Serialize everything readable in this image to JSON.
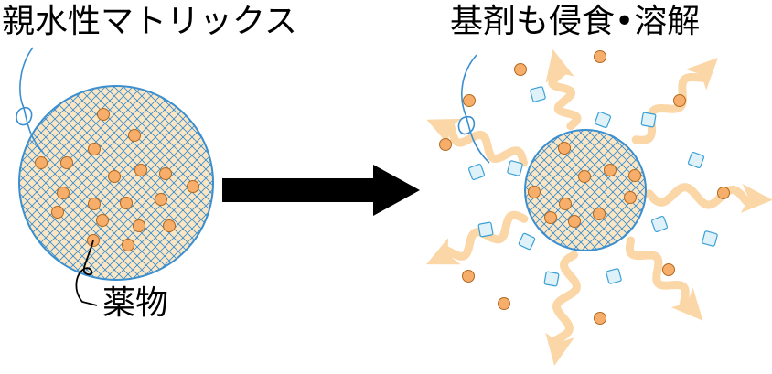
{
  "labels": {
    "matrix": "親水性マトリックス",
    "erosion": "基剤も侵食•溶解",
    "drug": "薬物"
  },
  "colors": {
    "matrix_fill": "#fde6c4",
    "matrix_hatch": "#3a8fd0",
    "drug_fill": "#f6ae6a",
    "drug_stroke": "#b06a22",
    "fragment_fill": "#dff2fa",
    "fragment_stroke": "#3aa0d6",
    "wave": "#fbd6a6",
    "arrow": "#000000"
  }
}
